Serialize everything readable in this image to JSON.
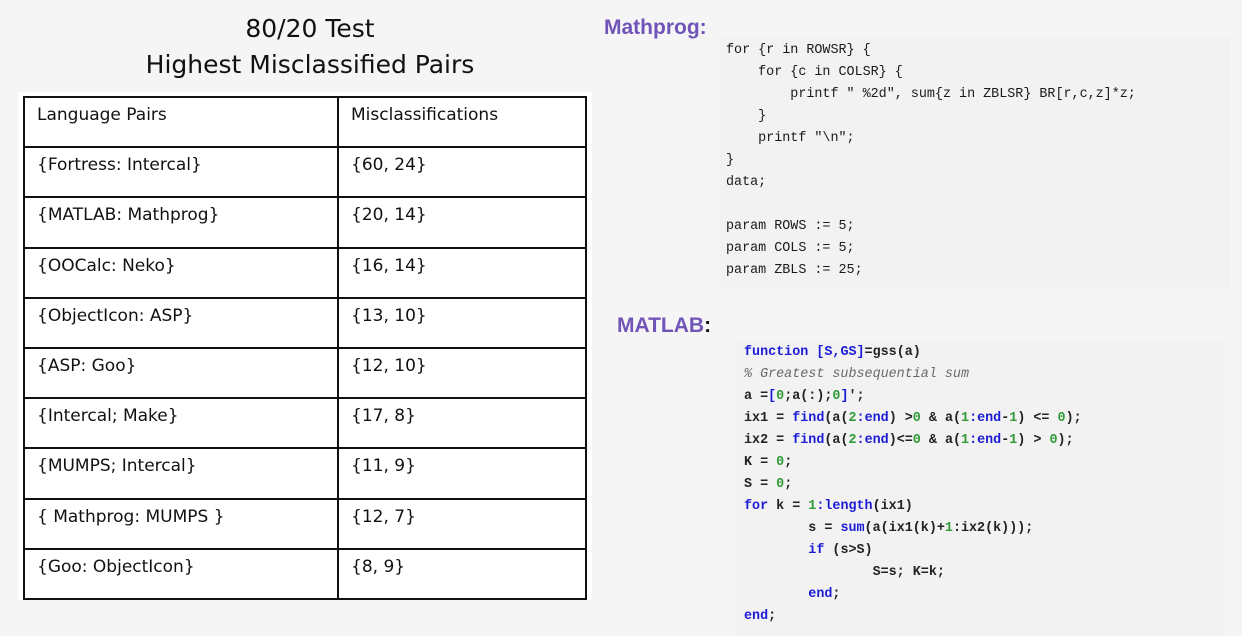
{
  "header": {
    "line1": "80/20 Test",
    "line2": "Highest Misclassified Pairs"
  },
  "table": {
    "headers": [
      "Language Pairs",
      "Misclassifications"
    ],
    "rows": [
      [
        "{Fortress: Intercal}",
        "{60, 24}"
      ],
      [
        "{MATLAB: Mathprog}",
        "{20, 14}"
      ],
      [
        "{OOCalc: Neko}",
        "{16, 14}"
      ],
      [
        "{ObjectIcon: ASP}",
        "{13, 10}"
      ],
      [
        "{ASP: Goo}",
        "{12, 10}"
      ],
      [
        "{Intercal; Make}",
        "{17, 8}"
      ],
      [
        "{MUMPS; Intercal}",
        "{11, 9}"
      ],
      [
        "{ Mathprog: MUMPS }",
        "{12, 7}"
      ],
      [
        "{Goo: ObjectIcon}",
        "{8,  9}"
      ]
    ]
  },
  "mathprog": {
    "label": "Mathprog:",
    "code": [
      "for {r in ROWSR} {",
      "    for {c in COLSR} {",
      "        printf \" %2d\", sum{z in ZBLSR} BR[r,c,z]*z;",
      "    }",
      "    printf \"\\n\";",
      "}",
      "data;",
      "",
      "param ROWS := 5;",
      "param COLS := 5;",
      "param ZBLS := 25;"
    ]
  },
  "matlab": {
    "label": "MATLAB",
    "colon": ":",
    "code": [
      [
        [
          "kw",
          "function"
        ],
        [
          "kw",
          " [S,GS]"
        ],
        [
          "",
          "=gss(a)"
        ]
      ],
      [
        [
          "cm",
          "% Greatest subsequential sum"
        ]
      ],
      [
        [
          "",
          "a ="
        ],
        [
          "kw",
          "["
        ],
        [
          "num",
          "0"
        ],
        [
          "",
          ";a(:);"
        ],
        [
          "num",
          "0"
        ],
        [
          "kw",
          "]"
        ],
        [
          "",
          "';"
        ]
      ],
      [
        [
          "",
          "ix1 = "
        ],
        [
          "kw",
          "find"
        ],
        [
          "",
          "(a("
        ],
        [
          "num",
          "2"
        ],
        [
          "kw",
          ":end"
        ],
        [
          "",
          ") >"
        ],
        [
          "num",
          "0"
        ],
        [
          "",
          " & a("
        ],
        [
          "num",
          "1"
        ],
        [
          "kw",
          ":end"
        ],
        [
          "",
          "-"
        ],
        [
          "num",
          "1"
        ],
        [
          "",
          ") <= "
        ],
        [
          "num",
          "0"
        ],
        [
          "",
          ");"
        ]
      ],
      [
        [
          "",
          "ix2 = "
        ],
        [
          "kw",
          "find"
        ],
        [
          "",
          "(a("
        ],
        [
          "num",
          "2"
        ],
        [
          "kw",
          ":end"
        ],
        [
          "",
          ")<="
        ],
        [
          "num",
          "0"
        ],
        [
          "",
          " & a("
        ],
        [
          "num",
          "1"
        ],
        [
          "kw",
          ":end"
        ],
        [
          "",
          "-"
        ],
        [
          "num",
          "1"
        ],
        [
          "",
          ") > "
        ],
        [
          "num",
          "0"
        ],
        [
          "",
          ");"
        ]
      ],
      [
        [
          "",
          "K = "
        ],
        [
          "num",
          "0"
        ],
        [
          "",
          ";"
        ]
      ],
      [
        [
          "",
          "S = "
        ],
        [
          "num",
          "0"
        ],
        [
          "",
          ";"
        ]
      ],
      [
        [
          "kw",
          "for"
        ],
        [
          "",
          " k = "
        ],
        [
          "num",
          "1"
        ],
        [
          "kw",
          ":length"
        ],
        [
          "",
          "(ix1)"
        ]
      ],
      [
        [
          "",
          "        s = "
        ],
        [
          "kw",
          "sum"
        ],
        [
          "",
          "(a(ix1(k)+"
        ],
        [
          "num",
          "1"
        ],
        [
          "",
          ":ix2(k)));"
        ]
      ],
      [
        [
          "",
          "        "
        ],
        [
          "kw",
          "if"
        ],
        [
          "",
          " (s>S)"
        ]
      ],
      [
        [
          "",
          "                S=s; K=k;"
        ]
      ],
      [
        [
          "",
          "        "
        ],
        [
          "kw",
          "end"
        ],
        [
          "",
          ";"
        ]
      ],
      [
        [
          "kw",
          "end"
        ],
        [
          "",
          ";"
        ]
      ]
    ]
  }
}
